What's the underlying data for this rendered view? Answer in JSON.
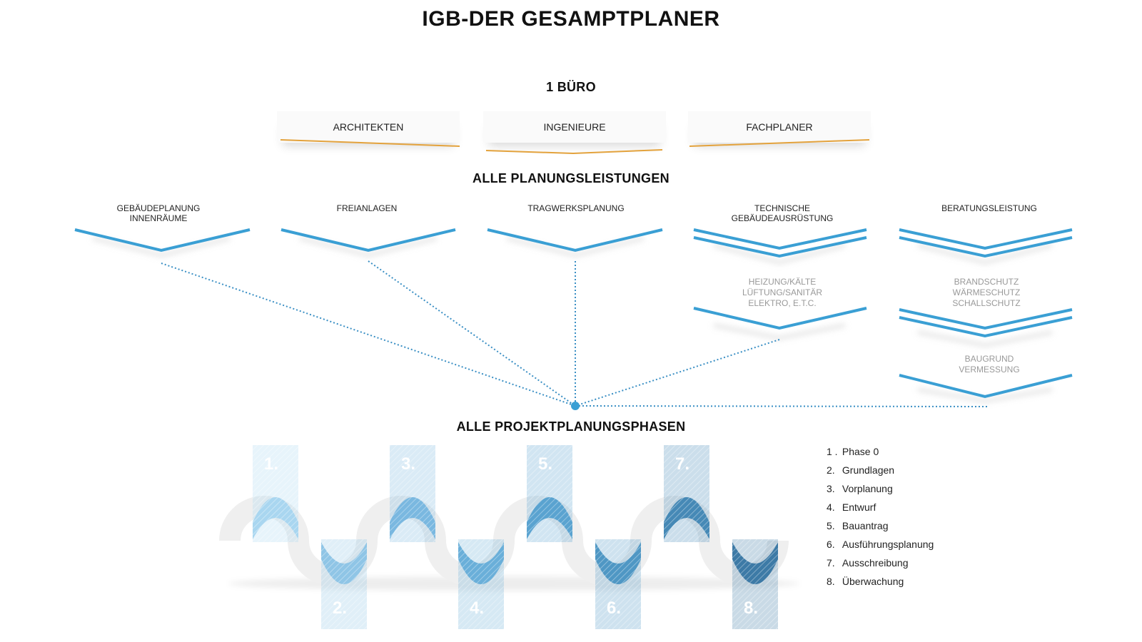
{
  "title": "IGB-DER GESAMPTPLANER",
  "office": {
    "heading": "1 BÜRO",
    "cards": [
      "ARCHITEKTEN",
      "INGENIEURE",
      "FACHPLANER"
    ]
  },
  "services": {
    "heading": "ALLE PLANUNGSLEISTUNGEN",
    "columns": [
      {
        "label_lines": [
          "GEBÄUDEPLANUNG",
          "INNENRÄUME"
        ]
      },
      {
        "label_lines": [
          "FREIANLAGEN"
        ]
      },
      {
        "label_lines": [
          "TRAGWERKSPLANUNG"
        ]
      },
      {
        "label_lines": [
          "TECHNISCHE",
          "GEBÄUDEAUSRÜSTUNG"
        ],
        "sub": [
          [
            "HEIZUNG/KÄLTE",
            "LÜFTUNG/SANITÄR",
            "ELEKTRO, E.T.C."
          ]
        ]
      },
      {
        "label_lines": [
          "BERATUNGSLEISTUNG"
        ],
        "sub": [
          [
            "BRANDSCHUTZ",
            "WÄRMESCHUTZ",
            "SCHALLSCHUTZ"
          ],
          [
            "BAUGRUND",
            "VERMESSUNG"
          ]
        ]
      }
    ]
  },
  "phases": {
    "heading": "ALLE PROJEKTPLANUNGSPHASEN",
    "markers": [
      "1.",
      "2.",
      "3.",
      "4.",
      "5.",
      "6.",
      "7.",
      "8."
    ],
    "legend": [
      {
        "num": "1 .",
        "label": "Phase 0"
      },
      {
        "num": "2.",
        "label": "Grundlagen"
      },
      {
        "num": "3.",
        "label": "Vorplanung"
      },
      {
        "num": "4.",
        "label": "Entwurf"
      },
      {
        "num": "5.",
        "label": "Bauantrag"
      },
      {
        "num": "6.",
        "label": "Ausführungsplanung"
      },
      {
        "num": "7.",
        "label": "Ausschreibung"
      },
      {
        "num": "8.",
        "label": "Überwachung"
      }
    ]
  },
  "colors": {
    "accent_blue": "#3a9fd4",
    "dotted_line": "#3a8fc4",
    "card_underline": "#e3a23c",
    "phase_blues": [
      "#a9d6f0",
      "#8fc5e6",
      "#7ab8e0",
      "#6aafd9",
      "#5aa3d0",
      "#4f97c4",
      "#4689b6",
      "#3d7aa6"
    ]
  }
}
